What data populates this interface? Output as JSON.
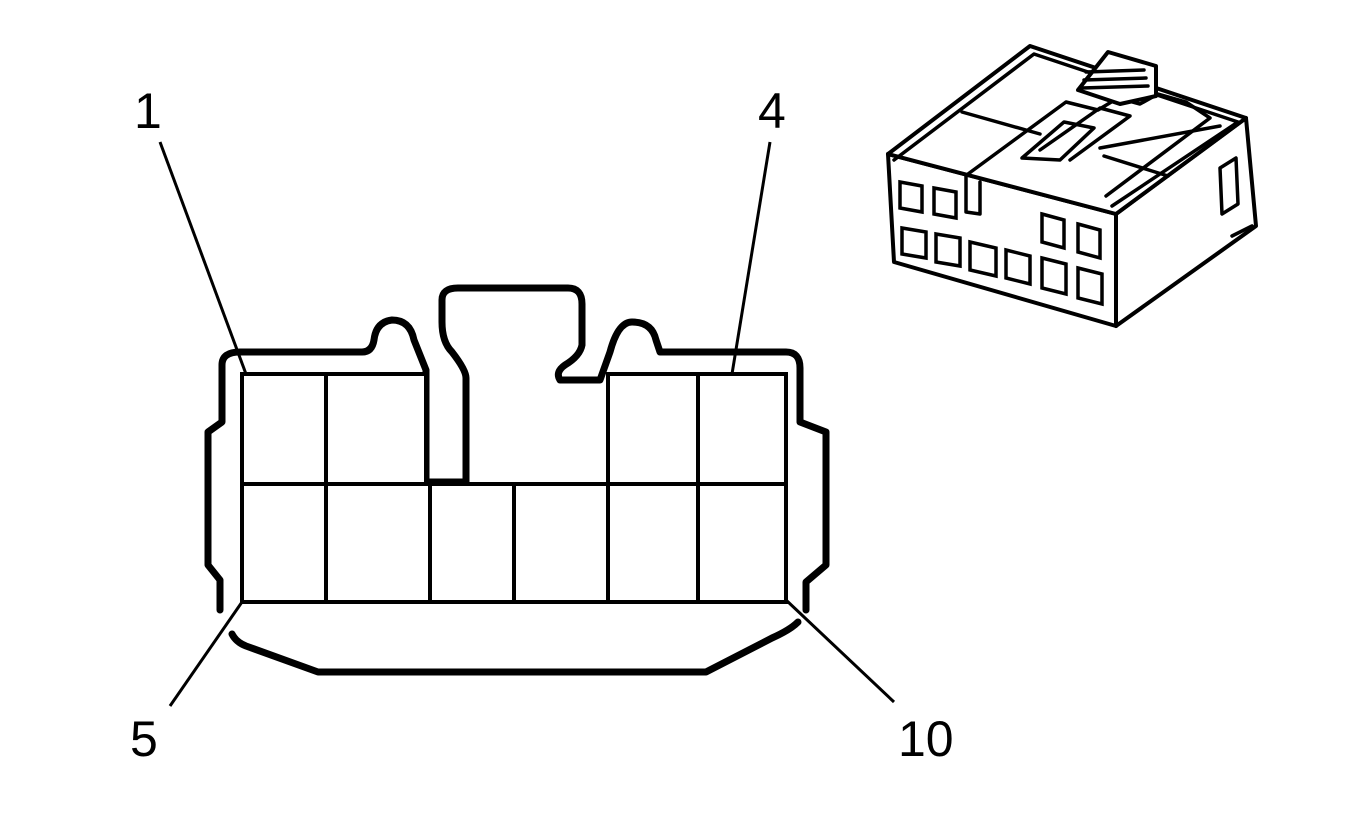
{
  "labels": {
    "pin1": "1",
    "pin4": "4",
    "pin5": "5",
    "pin10": "10"
  },
  "colors": {
    "line": "#000000",
    "background": "#ffffff"
  }
}
